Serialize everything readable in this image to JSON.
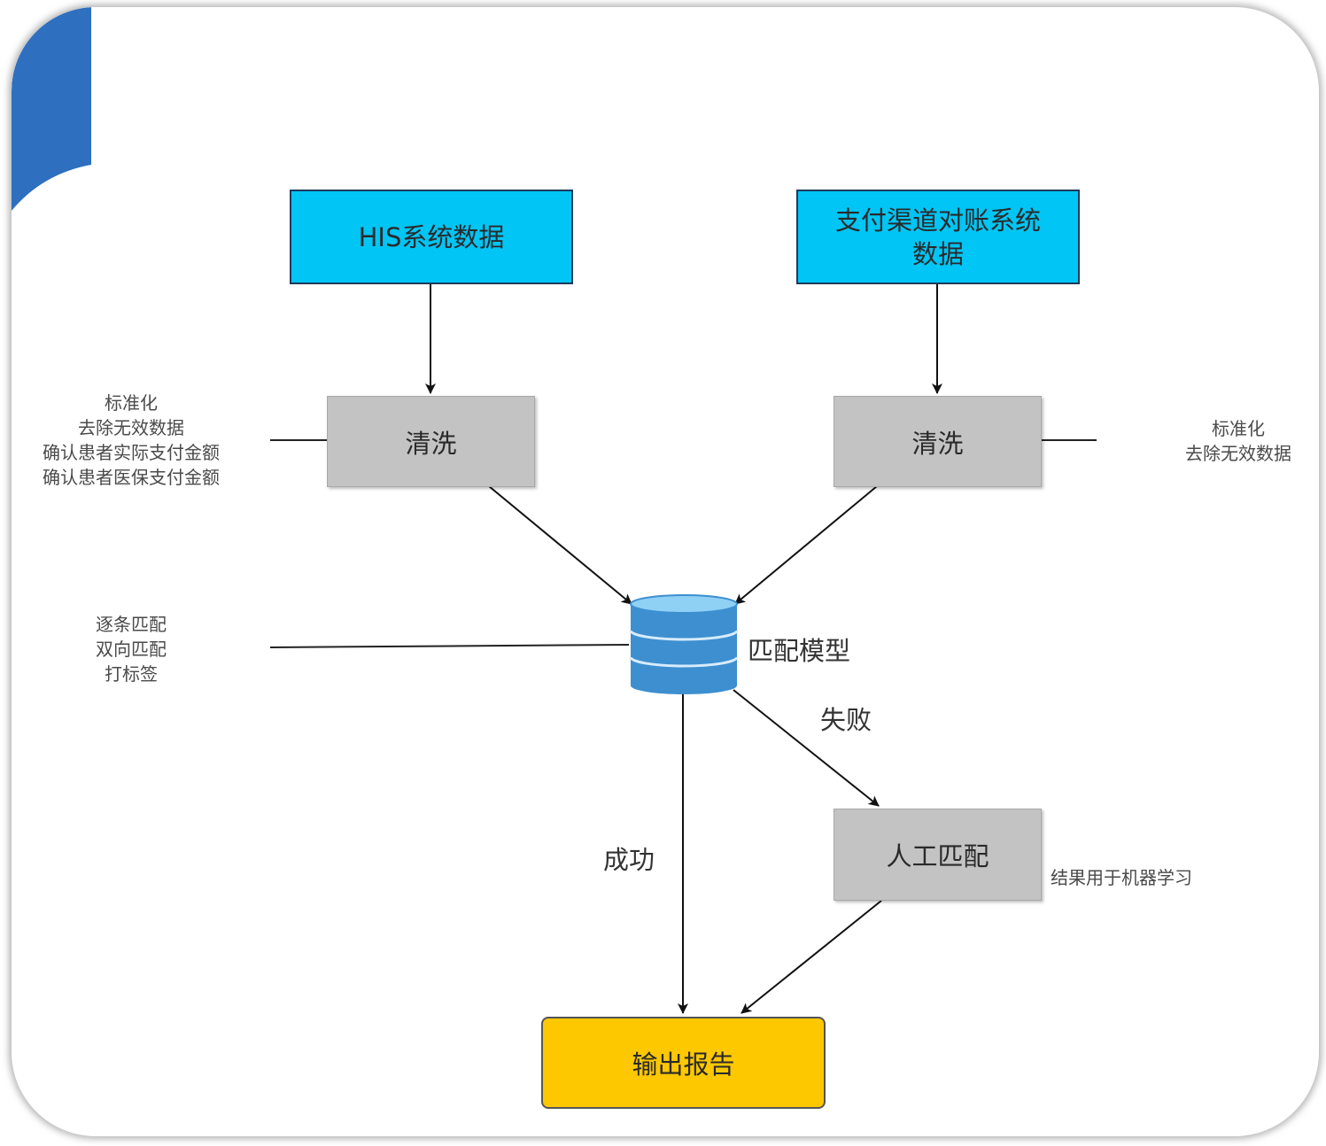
{
  "nodes": {
    "his_data": "HIS系统数据",
    "payment_data_line1": "支付渠道对账系统",
    "payment_data_line2": "数据",
    "clean_left": "清洗",
    "clean_right": "清洗",
    "match_model": "匹配模型",
    "manual_match": "人工匹配",
    "output_report": "输出报告"
  },
  "edge_labels": {
    "success": "成功",
    "failure": "失败"
  },
  "notes": {
    "left_clean": [
      "标准化",
      "去除无效数据",
      "确认患者实际支付金额",
      "确认患者医保支付金额"
    ],
    "right_clean": [
      "标准化",
      "去除无效数据"
    ],
    "model": [
      "逐条匹配",
      "双向匹配",
      "打标签"
    ],
    "manual": "结果用于机器学习"
  },
  "colors": {
    "source_box": "#00c5f5",
    "process_box": "#c3c3c3",
    "output_box": "#fdc800",
    "database": "#3d8fd0",
    "corner_accent": "#2e6fbf"
  }
}
